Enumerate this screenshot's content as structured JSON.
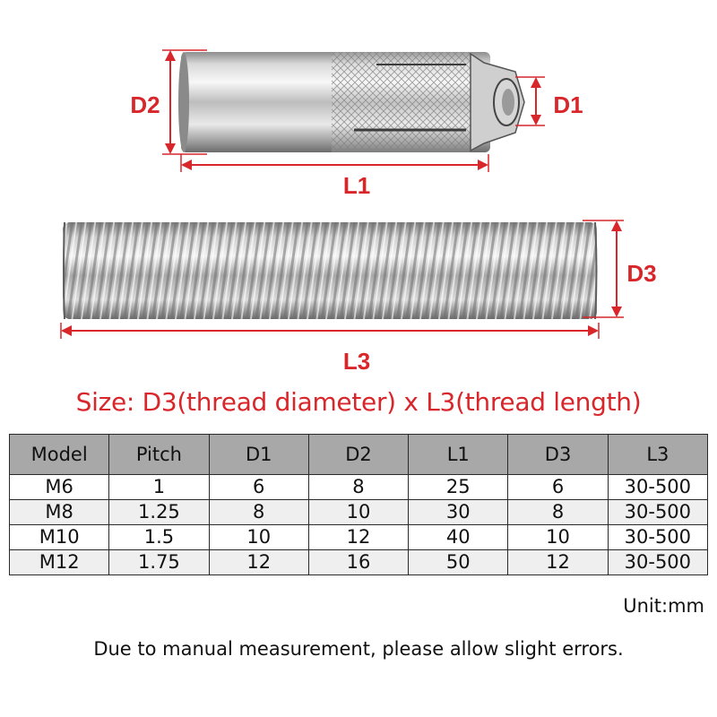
{
  "diagram": {
    "labels": {
      "d1": "D1",
      "d2": "D2",
      "l1": "L1",
      "d3": "D3",
      "l3": "L3"
    }
  },
  "size_line": "Size: D3(thread diameter) x L3(thread length)",
  "table": {
    "headers": [
      "Model",
      "Pitch",
      "D1",
      "D2",
      "L1",
      "D3",
      "L3"
    ],
    "rows": [
      [
        "M6",
        "1",
        "6",
        "8",
        "25",
        "6",
        "30-500"
      ],
      [
        "M8",
        "1.25",
        "8",
        "10",
        "30",
        "8",
        "30-500"
      ],
      [
        "M10",
        "1.5",
        "10",
        "12",
        "40",
        "10",
        "30-500"
      ],
      [
        "M12",
        "1.75",
        "12",
        "16",
        "50",
        "12",
        "30-500"
      ]
    ]
  },
  "unit_note": "Unit:mm",
  "footer_note": "Due to manual measurement, please allow slight errors.",
  "colors": {
    "accent": "#d8262a",
    "header_bg": "#a8a8a8",
    "border": "#2a2a2a"
  }
}
